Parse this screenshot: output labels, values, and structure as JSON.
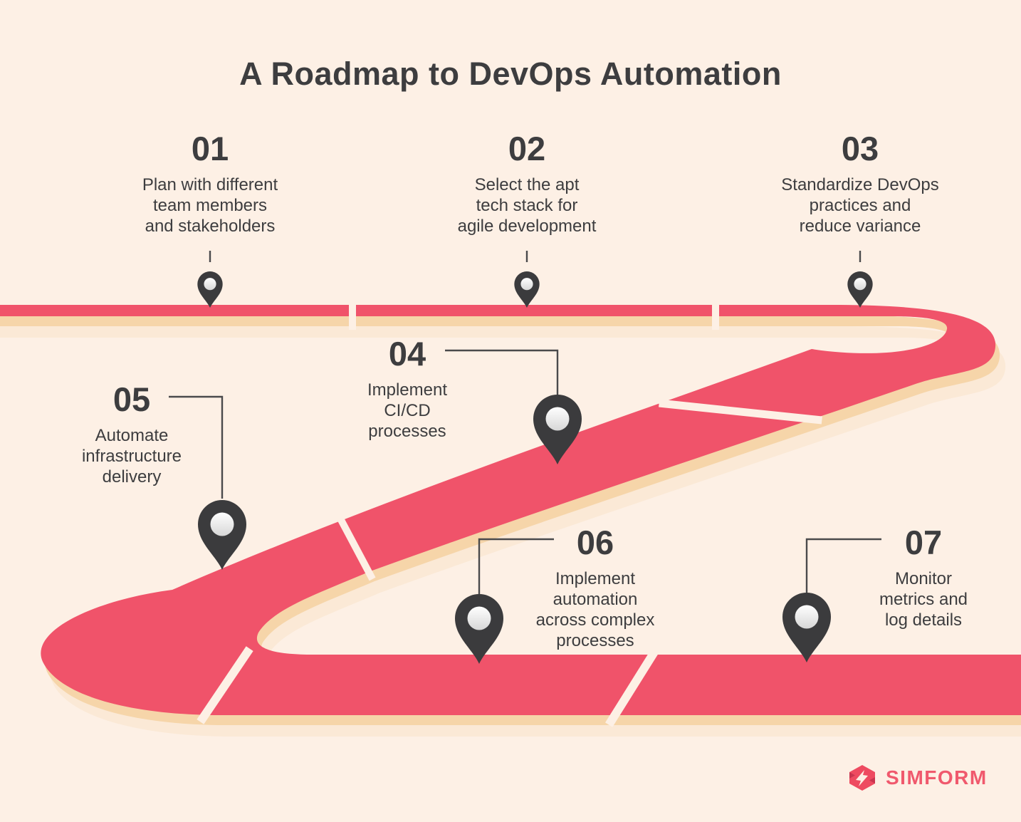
{
  "title": "A Roadmap to DevOps Automation",
  "steps": [
    {
      "number": "01",
      "description": "Plan with different\nteam members\nand stakeholders"
    },
    {
      "number": "02",
      "description": "Select the apt\ntech stack for\nagile development"
    },
    {
      "number": "03",
      "description": "Standardize DevOps\npractices and\nreduce variance"
    },
    {
      "number": "04",
      "description": "Implement\nCI/CD\nprocesses"
    },
    {
      "number": "05",
      "description": "Automate\ninfrastructure\ndelivery"
    },
    {
      "number": "06",
      "description": "Implement\nautomation\nacross complex\nprocesses"
    },
    {
      "number": "07",
      "description": "Monitor\nmetrics and\nlog details"
    }
  ],
  "logo": {
    "brand": "SIMFORM"
  },
  "icons": {
    "pin": "location-pin-icon",
    "logo_mark": "simform-ribbon-bolt-icon"
  },
  "colors": {
    "background": "#fdf0e5",
    "road": "#f0536a",
    "road_shadow": "#f6d5a9",
    "road_shadow_light": "#fbe9d6",
    "pin": "#3b3b3d",
    "pin_dot": "#f4f4f4",
    "text": "#3d3d3f",
    "connector": "#4a4a4c",
    "logo_red": "#ee4a60",
    "logo_red_dark": "#c9354f",
    "logo_text": "#f0596d"
  }
}
